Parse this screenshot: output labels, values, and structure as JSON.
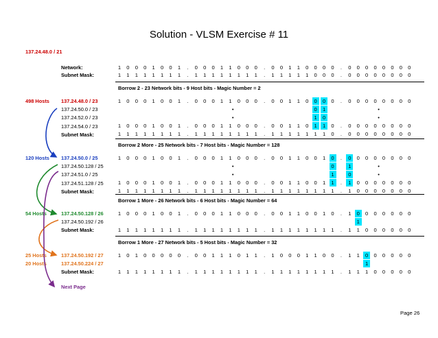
{
  "title": "Solution - VLSM Exercise # 11",
  "top_network": "137.24.48.0 / 21",
  "page": "Page 26",
  "next_page": "Next Page",
  "colors": {
    "red": "#cc0000",
    "green": "#1f8a2e",
    "blue": "#1a3fbf",
    "orange": "#e0731c",
    "purple": "#7a2b8c",
    "highlight": "#00e5ff"
  },
  "header_rows": [
    {
      "label": "Network:",
      "bits": "10001001.00011000.00110000.00000000"
    },
    {
      "label": "Subnet Mask:",
      "bits": "11111111.11111111.11111000.00000000"
    }
  ],
  "banners": [
    "Borrow 2 - 23 Network bits - 9 Host bits - Magic Number = 2",
    "Borrow 2 More - 25 Network bits - 7 Host bits - Magic Number = 128",
    "Borrow 1 More - 26 Network bits - 6 Host bits - Magic Number = 64",
    "Borrow 1 More - 27 Network bits - 5 Host bits - Magic Number = 32"
  ],
  "sections": [
    {
      "rows": [
        {
          "hosts": "498 Hosts",
          "hosts_color": "red",
          "label": "137.24.48.0 / 23",
          "label_color": "red",
          "bold": true,
          "bits": "10001001.00011000.00110000.00000000",
          "hl": [
            21,
            22
          ]
        },
        {
          "label": "137.24.50.0 / 23",
          "dots": [
            13
          ],
          "dots2": [
            30
          ],
          "pair": "01"
        },
        {
          "label": "137.24.52.0 / 23",
          "dots": [
            13
          ],
          "dots2": [
            30
          ],
          "pair": "10"
        },
        {
          "label": "137.24.54.0 / 23",
          "bits": "10001001.00011000.00110110.00000000",
          "hl": [
            21,
            22
          ]
        },
        {
          "label": "Subnet Mask:",
          "bold": true,
          "bits": "11111111.11111111.11111110.00000000"
        }
      ]
    },
    {
      "rows": [
        {
          "hosts": "120 Hosts",
          "hosts_color": "blue",
          "label": "137.24.50.0 / 25",
          "label_color": "blue",
          "bold": true,
          "bits": "10001001.00011000.00110010.00000000",
          "hl": [
            23,
            24
          ]
        },
        {
          "label": "137.24.50.128 / 25",
          "dots": [
            13
          ],
          "dots2": [
            30
          ],
          "pair": "01"
        },
        {
          "label": "137.24.51.0 / 25",
          "dots": [
            13
          ],
          "dots2": [
            30
          ],
          "pair": "10"
        },
        {
          "label": "137.24.51.128 / 25",
          "bits": "10001001.00011000.00110011.10000000",
          "hl": [
            23,
            24
          ]
        },
        {
          "label": "Subnet Mask:",
          "bold": true,
          "bits": "11111111.11111111.11111111.10000000"
        }
      ]
    },
    {
      "rows": [
        {
          "hosts": "54 Hosts",
          "hosts_color": "green",
          "label": "137.24.50.128 / 26",
          "label_color": "green",
          "bold": true,
          "bits": "10001001.00011000.00110010.10000000",
          "hl": [
            25
          ]
        },
        {
          "label": "137.24.50.192 / 26",
          "single": "1"
        },
        {
          "label": "Subnet Mask:",
          "bold": true,
          "bits": "11111111.11111111.11111111.11000000"
        }
      ]
    },
    {
      "rows": [
        {
          "hosts": "25 Hosts",
          "hosts_color": "orange",
          "label": "137.24.50.192 / 27",
          "label_color": "orange",
          "bold": true,
          "bits": "10100000.00111011.10001100.11000000",
          "hl": [
            26
          ]
        },
        {
          "hosts": "20 Hosts",
          "hosts_color": "orange",
          "label": "137.24.50.224 / 27",
          "label_color": "orange",
          "bold": true,
          "single": "1"
        },
        {
          "label": "Subnet Mask:",
          "bold": true,
          "bits": "11111111.11111111.11111111.11100000"
        }
      ]
    }
  ]
}
